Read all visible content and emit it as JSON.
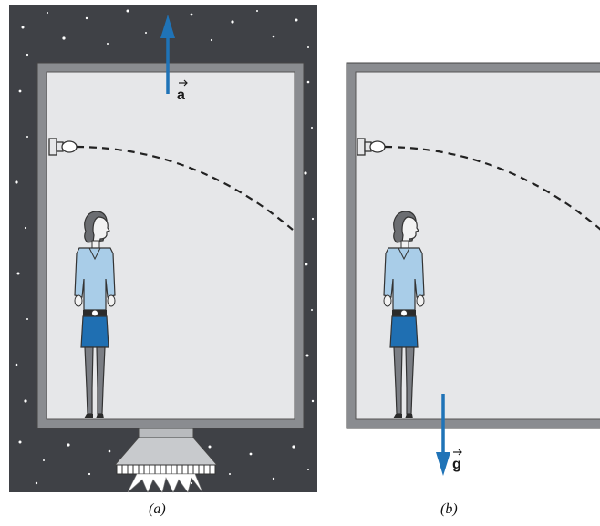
{
  "panels": [
    {
      "id": "a",
      "caption": "(a)",
      "vector_label": "a",
      "arrow_direction": "up"
    },
    {
      "id": "b",
      "caption": "(b)",
      "vector_label": "g",
      "arrow_direction": "down"
    }
  ],
  "colors": {
    "space": "#3f4146",
    "wall": "#8a8c90",
    "interior": "#e6e7e9",
    "arrow": "#1f73b7",
    "shirt": "#a9cde8",
    "skirt": "#1f6fb2",
    "legs": "#7b7e84",
    "hair": "#6b6d71",
    "skin": "#f2f2f2"
  }
}
